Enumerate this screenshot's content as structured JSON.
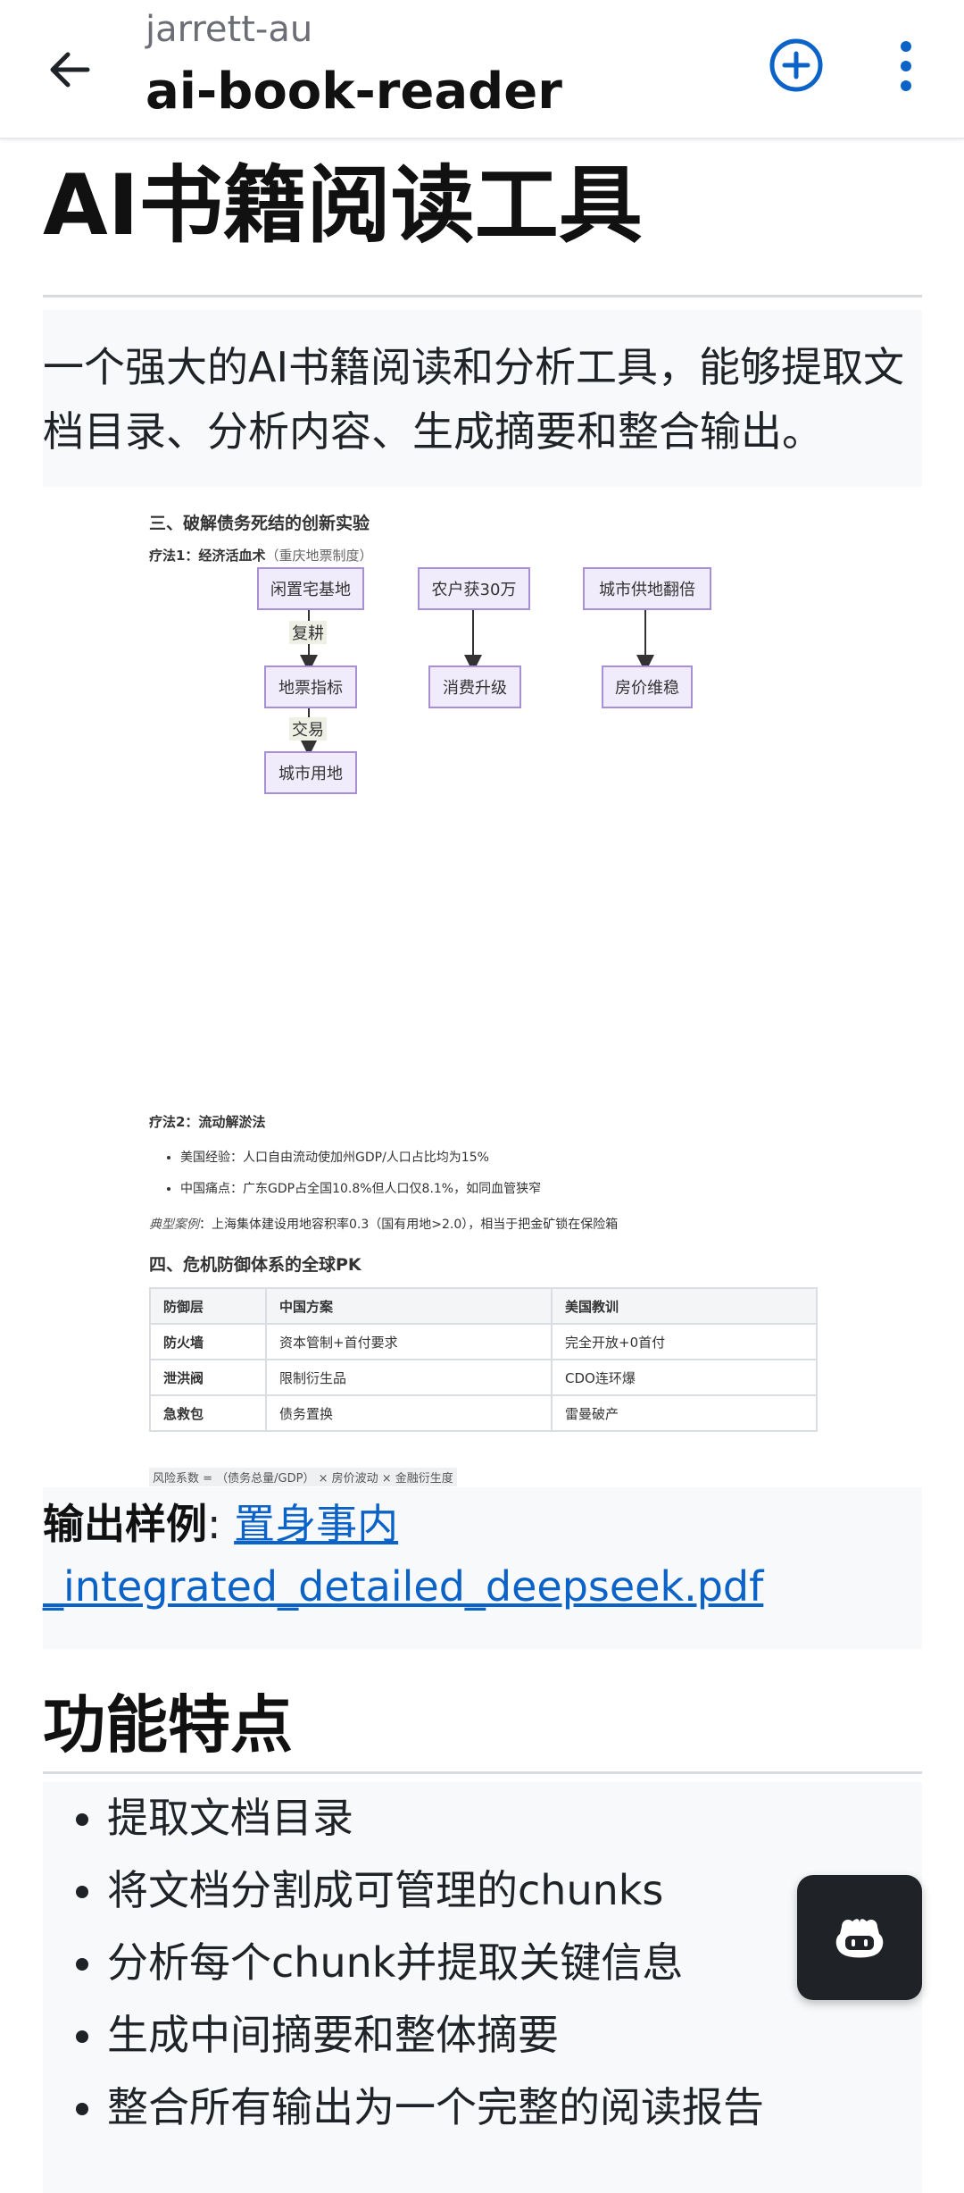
{
  "header": {
    "owner": "jarrett-au",
    "repo": "ai-book-reader"
  },
  "readme": {
    "title": "AI书籍阅读工具",
    "intro": "一个强大的AI书籍阅读和分析工具，能够提取文档目录、分析内容、生成摘要和整合输出。",
    "output_label": "输出样例",
    "output_colon": ": ",
    "output_link_line1": "置身事内",
    "output_link_line2": "_integrated_detailed_deepseek.pdf",
    "features_heading": "功能特点",
    "features": [
      "提取文档目录",
      "将文档分割成可管理的chunks",
      "分析每个chunk并提取关键信息",
      "生成中间摘要和整体摘要",
      "整合所有输出为一个完整的阅读报告"
    ]
  },
  "doc_image": {
    "section3_title": "三、破解债务死结的创新实验",
    "therapy1_label": "疗法1：经济活血术",
    "therapy1_note": "（重庆地票制度）",
    "flow": {
      "box_idle_land": "闲置宅基地",
      "edge_reclaim": "复耕",
      "box_land_ticket": "地票指标",
      "edge_trade": "交易",
      "box_city_land": "城市用地",
      "box_farmer": "农户获30万",
      "box_consumption": "消费升级",
      "box_land_supply": "城市供地翻倍",
      "box_price_stable": "房价维稳"
    },
    "therapy2_label": "疗法2：流动解淤法",
    "bullets": [
      "美国经验：人口自由流动使加州GDP/人口占比均为15%",
      "中国痛点：广东GDP占全国10.8%但人口仅8.1%，如同血管狭窄"
    ],
    "case_label": "典型案例",
    "case_text": "：上海集体建设用地容积率0.3（国有用地>2.0），相当于把金矿锁在保险箱",
    "section4_title": "四、危机防御体系的全球PK",
    "table": {
      "headers": [
        "防御层",
        "中国方案",
        "美国教训"
      ],
      "rows": [
        [
          "防火墙",
          "资本管制+首付要求",
          "完全开放+0首付"
        ],
        [
          "泄洪阀",
          "限制衍生品",
          "CDO连环爆"
        ],
        [
          "急救包",
          "债务置换",
          "雷曼破产"
        ]
      ]
    },
    "formula": "风险系数 = （债务总量/GDP） × 房价波动 × 金融衍生度"
  },
  "icons": {
    "back": "arrow-left-icon",
    "add": "plus-circle-icon",
    "more": "more-vertical-icon",
    "copilot": "copilot-icon"
  },
  "colors": {
    "accent": "#0b63c7",
    "flow_box_fill": "#f1ecfb",
    "flow_box_border": "#a98fd8",
    "fab_bg": "#1f2328"
  }
}
